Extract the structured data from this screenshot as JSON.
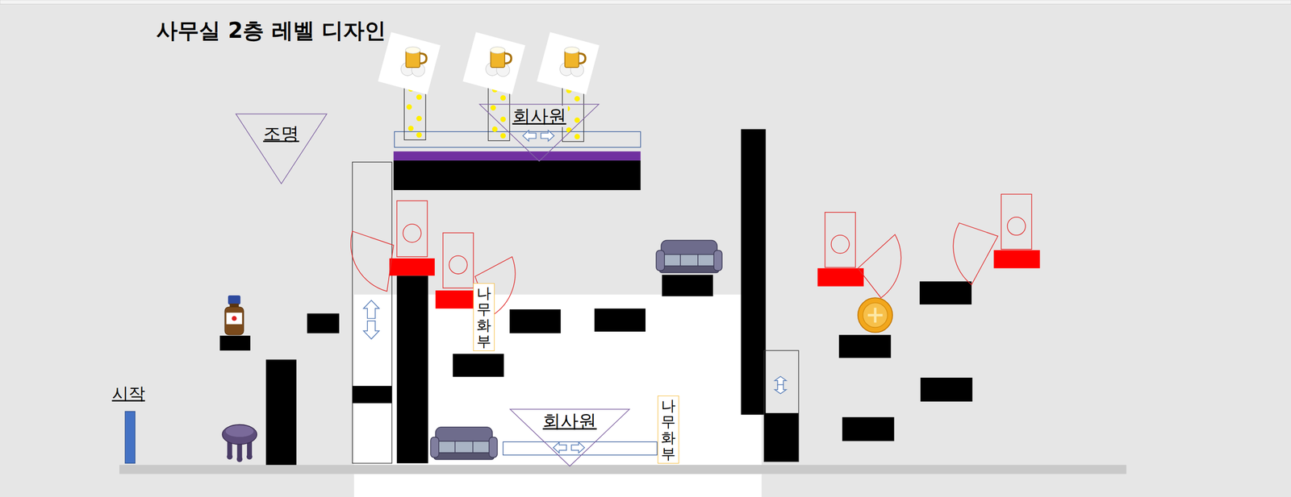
{
  "diagram": {
    "title": "사무실 2층 레벨 디자인",
    "nodes": [
      {
        "text": [
          "조명"
        ]
      },
      {
        "text": [
          "회사원"
        ]
      },
      {
        "text": [
          "나무화부"
        ]
      },
      {
        "text": [
          "회사원"
        ]
      },
      {
        "text": [
          "나무화부"
        ]
      }
    ],
    "labels": [
      "시작"
    ]
  }
}
